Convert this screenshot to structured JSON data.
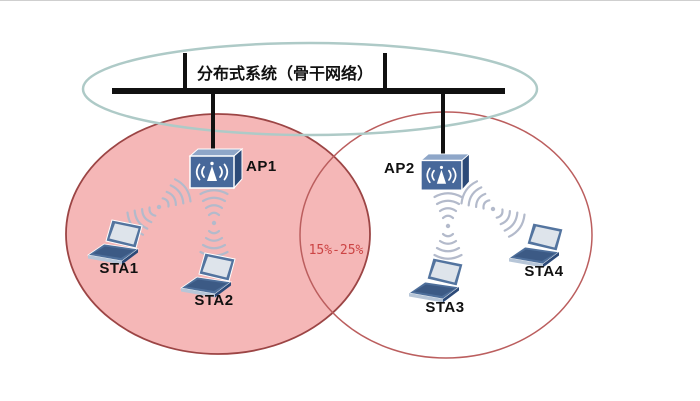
{
  "backbone": {
    "label": "分布式系统（骨干网络）"
  },
  "overlap": {
    "label": "15%-25%"
  },
  "devices": {
    "ap1": {
      "label": "AP1",
      "icon": "access-point-icon"
    },
    "ap2": {
      "label": "AP2",
      "icon": "access-point-icon"
    },
    "sta1": {
      "label": "STA1",
      "icon": "laptop-icon"
    },
    "sta2": {
      "label": "STA2",
      "icon": "laptop-icon"
    },
    "sta3": {
      "label": "STA3",
      "icon": "laptop-icon"
    },
    "sta4": {
      "label": "STA4",
      "icon": "laptop-icon"
    }
  },
  "colors": {
    "pink-fill": "#f5b7b7",
    "bss1-border": "#9c4545",
    "bss2-border": "#bb5e5e",
    "ds-ellipse": "#aecac7",
    "backbone-line": "#111111",
    "label-text": "#111111",
    "overlap-text": "#cc4444",
    "ap-front": "#47689a",
    "ap-top": "#8ea6c8",
    "ap-side": "#2c4a78",
    "laptop-frame": "#53749f",
    "laptop-screen": "#dee4eb",
    "laptop-base": "#4e6f9b",
    "laptop-keys": "#3c5a85",
    "laptop-edge": "#b7c6d8",
    "signal": "#b3bacb"
  }
}
